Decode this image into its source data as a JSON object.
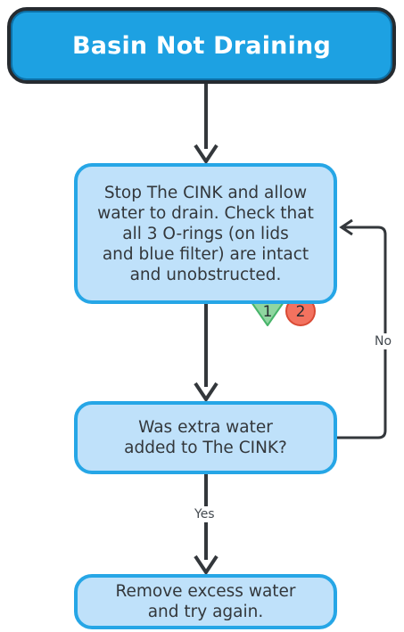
{
  "title": "Basin Not Draining",
  "steps": {
    "check_rings": [
      "Stop The CINK and allow",
      "water to drain. Check that",
      "all 3 O-rings (on lids",
      "and blue filter) are intact",
      "and unobstructed."
    ],
    "question": [
      "Was extra water",
      "added to The CINK?"
    ],
    "remove": [
      "Remove excess water",
      "and try again."
    ]
  },
  "edges": {
    "no_label": "No",
    "yes_label": "Yes"
  },
  "badges": {
    "triangle_number": "1",
    "circle_number": "2"
  },
  "colors": {
    "title_fill": "#1da1e2",
    "title_border": "#262b30",
    "step_fill": "#bfe1fa",
    "step_border": "#26a6e6",
    "arrow": "#33373b",
    "badge_triangle": "#8fd6a0",
    "badge_circle": "#f3725f"
  }
}
